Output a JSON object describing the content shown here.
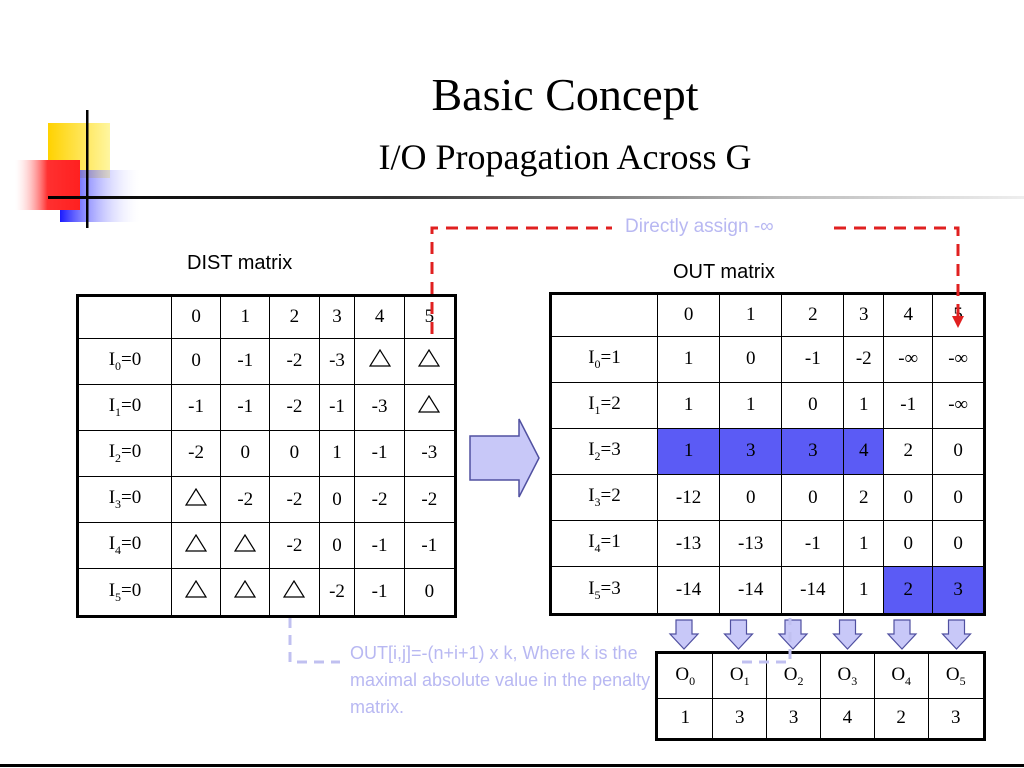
{
  "title": "Basic Concept",
  "subtitle": "I/O Propagation Across G",
  "dist": {
    "label": "DIST matrix",
    "columns": [
      "0",
      "1",
      "2",
      "3",
      "4",
      "5"
    ],
    "rows": [
      {
        "label": "I",
        "sub": "0",
        "eq": "=0",
        "cells": [
          "0",
          "-1",
          "-2",
          "-3",
          "△",
          "△"
        ]
      },
      {
        "label": "I",
        "sub": "1",
        "eq": "=0",
        "cells": [
          "-1",
          "-1",
          "-2",
          "-1",
          "-3",
          "△"
        ]
      },
      {
        "label": "I",
        "sub": "2",
        "eq": "=0",
        "cells": [
          "-2",
          "0",
          "0",
          "1",
          "-1",
          "-3"
        ]
      },
      {
        "label": "I",
        "sub": "3",
        "eq": "=0",
        "cells": [
          "△",
          "-2",
          "-2",
          "0",
          "-2",
          "-2"
        ]
      },
      {
        "label": "I",
        "sub": "4",
        "eq": "=0",
        "cells": [
          "△",
          "△",
          "-2",
          "0",
          "-1",
          "-1"
        ]
      },
      {
        "label": "I",
        "sub": "5",
        "eq": "=0",
        "cells": [
          "△",
          "△",
          "△",
          "-2",
          "-1",
          "0"
        ]
      }
    ]
  },
  "out": {
    "label": "OUT matrix",
    "columns": [
      "0",
      "1",
      "2",
      "3",
      "4",
      "5"
    ],
    "rows": [
      {
        "label": "I",
        "sub": "0",
        "eq": "=1",
        "cells": [
          "1",
          "0",
          "-1",
          "-2",
          "-∞",
          "-∞"
        ]
      },
      {
        "label": "I",
        "sub": "1",
        "eq": "=2",
        "cells": [
          "1",
          "1",
          "0",
          "1",
          "-1",
          "-∞"
        ]
      },
      {
        "label": "I",
        "sub": "2",
        "eq": "=3",
        "cells": [
          "1",
          "3",
          "3",
          "4",
          "2",
          "0"
        ]
      },
      {
        "label": "I",
        "sub": "3",
        "eq": "=2",
        "cells": [
          "-12",
          "0",
          "0",
          "2",
          "0",
          "0"
        ]
      },
      {
        "label": "I",
        "sub": "4",
        "eq": "=1",
        "cells": [
          "-13",
          "-13",
          "-1",
          "1",
          "0",
          "0"
        ]
      },
      {
        "label": "I",
        "sub": "5",
        "eq": "=3",
        "cells": [
          "-14",
          "-14",
          "-14",
          "1",
          "2",
          "3"
        ]
      }
    ],
    "highlight": [
      [
        2,
        0
      ],
      [
        2,
        1
      ],
      [
        2,
        2
      ],
      [
        2,
        3
      ],
      [
        5,
        4
      ],
      [
        5,
        5
      ]
    ],
    "highlight_color": "#5b5bf5"
  },
  "outputs": {
    "labels": [
      {
        "base": "O",
        "sub": "0"
      },
      {
        "base": "O",
        "sub": "1"
      },
      {
        "base": "O",
        "sub": "2"
      },
      {
        "base": "O",
        "sub": "3"
      },
      {
        "base": "O",
        "sub": "4"
      },
      {
        "base": "O",
        "sub": "5"
      }
    ],
    "values": [
      "1",
      "3",
      "3",
      "4",
      "2",
      "3"
    ]
  },
  "annotation_top": "Directly assign -∞",
  "annotation_bottom": [
    "OUT[i,j]=-(n+i+1) x k, Where k is the",
    "maximal absolute value in the penalty",
    "matrix."
  ],
  "colors": {
    "dashed_red": "#e02020",
    "dashed_lavender": "#c0c0f0",
    "annotation_text": "#b8b8f2",
    "arrow_fill": "#c8c8f8",
    "arrow_stroke": "#5050a0"
  }
}
